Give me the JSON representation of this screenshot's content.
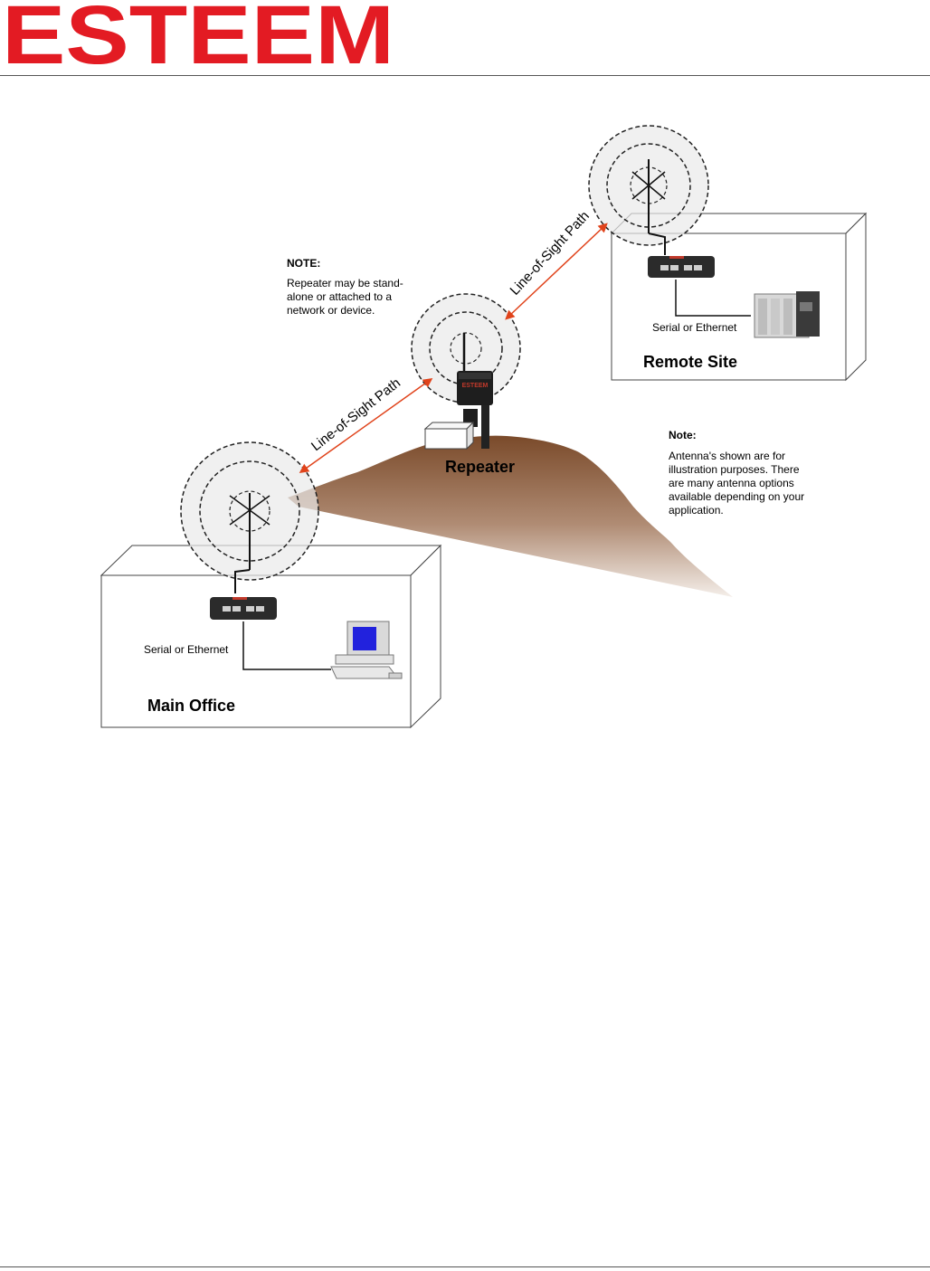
{
  "logo": {
    "text": "ESTEEM",
    "color": "#e31b23"
  },
  "note_repeater": {
    "heading": "NOTE:",
    "lines": [
      "Repeater may be stand-",
      "alone or attached to a",
      "network or device."
    ]
  },
  "note_antenna": {
    "heading": "Note:",
    "lines": [
      "Antenna's shown are for",
      "illustration purposes.  There",
      "are many antenna options",
      "available depending on your",
      "application."
    ]
  },
  "sites": {
    "main_office": {
      "label": "Main Office",
      "link_label": "Serial or Ethernet"
    },
    "remote_site": {
      "label": "Remote Site",
      "link_label": "Serial or Ethernet"
    },
    "repeater": {
      "label": "Repeater"
    }
  },
  "paths": {
    "lower": "Line-of-Sight Path",
    "upper": "Line-of-Sight Path"
  },
  "colors": {
    "brand": "#e31b23",
    "los_arrow": "#e0431b",
    "hill_top": "#7a4a2a"
  }
}
